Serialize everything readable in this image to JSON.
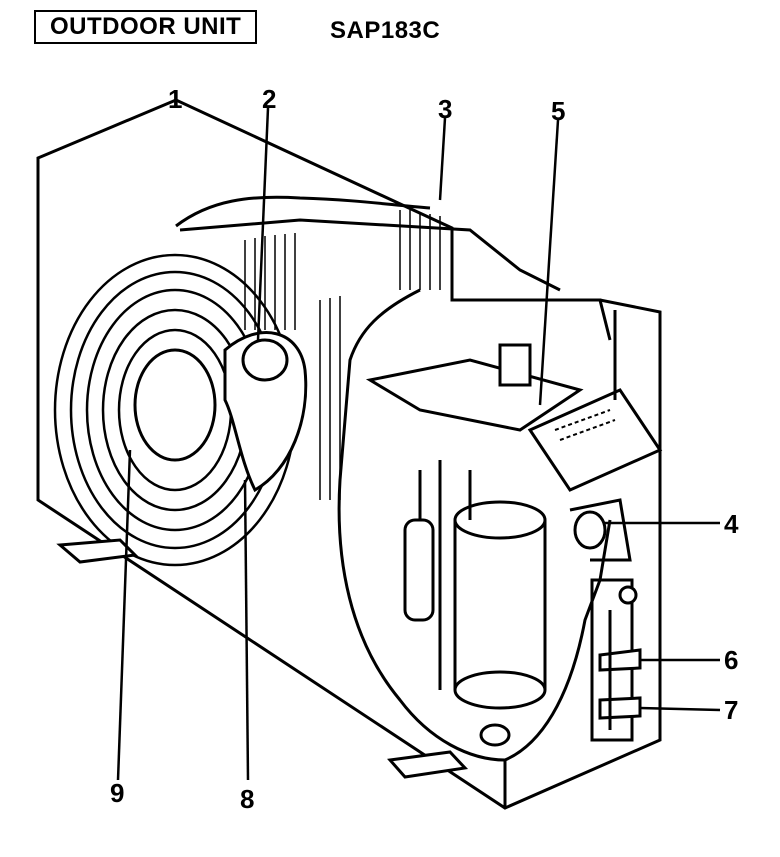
{
  "header": {
    "title": "OUTDOOR UNIT",
    "model": "SAP183C"
  },
  "callouts": [
    {
      "id": "1",
      "label": "1"
    },
    {
      "id": "2",
      "label": "2"
    },
    {
      "id": "3",
      "label": "3"
    },
    {
      "id": "4",
      "label": "4"
    },
    {
      "id": "5",
      "label": "5"
    },
    {
      "id": "6",
      "label": "6"
    },
    {
      "id": "7",
      "label": "7"
    },
    {
      "id": "8",
      "label": "8"
    },
    {
      "id": "9",
      "label": "9"
    }
  ]
}
